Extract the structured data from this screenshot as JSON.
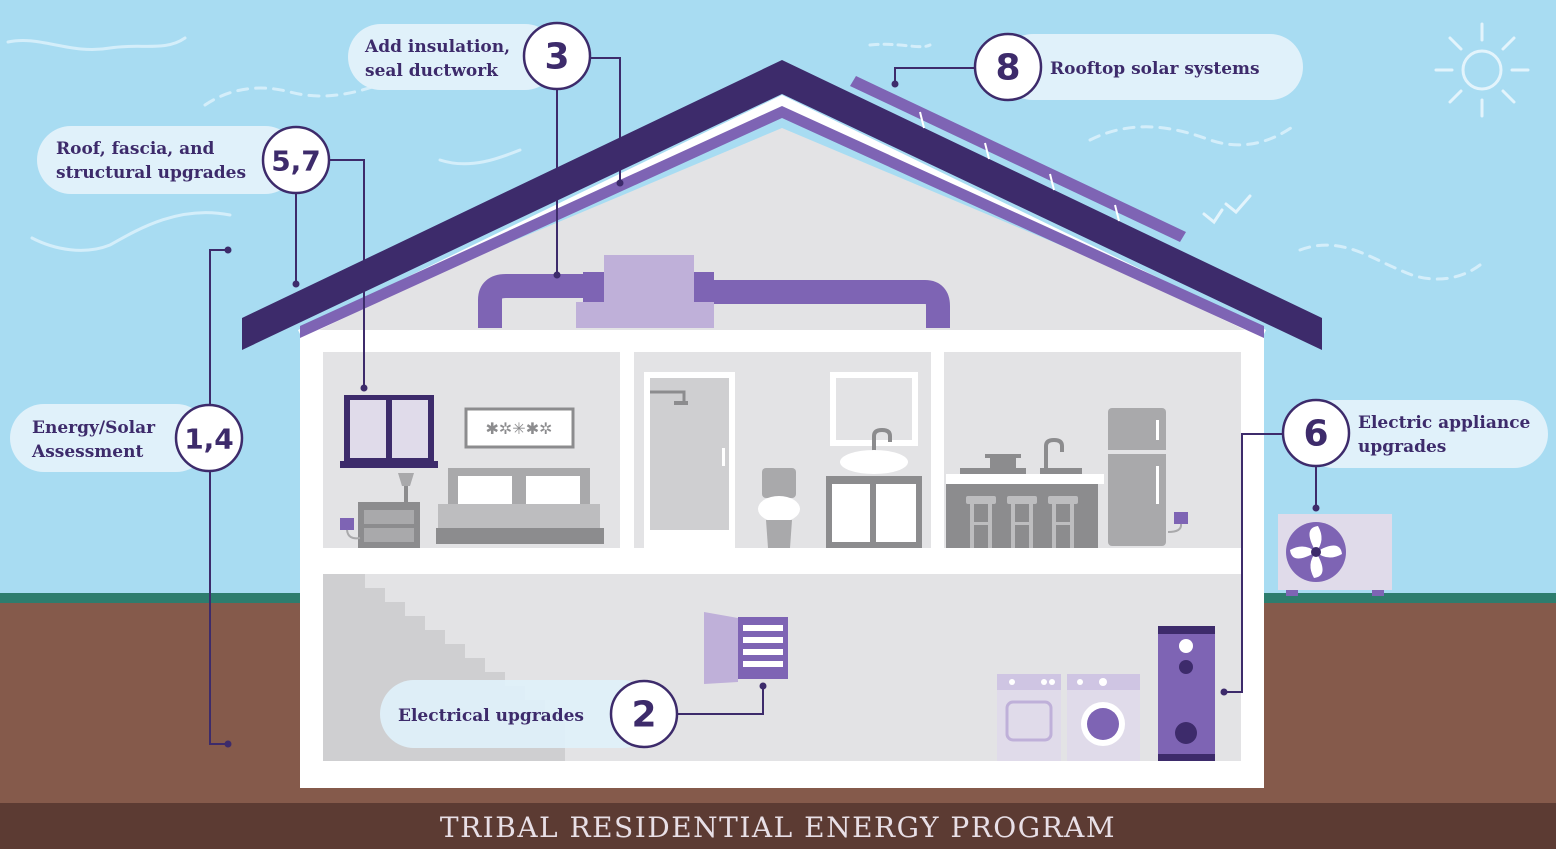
{
  "footer": {
    "title": "TRIBAL RESIDENTIAL ENERGY PROGRAM"
  },
  "callouts": {
    "insulation": {
      "number": "3",
      "line1": "Add insulation,",
      "line2": "seal ductwork"
    },
    "solar": {
      "number": "8",
      "line1": "Rooftop solar systems"
    },
    "roof": {
      "number": "5,7",
      "line1": "Roof, fascia, and",
      "line2": "structural upgrades"
    },
    "assessment": {
      "number": "1,4",
      "line1": "Energy/Solar",
      "line2": "Assessment"
    },
    "appliance": {
      "number": "6",
      "line1": "Electric appliance",
      "line2": "upgrades"
    },
    "electrical": {
      "number": "2",
      "line1": "Electrical upgrades"
    }
  },
  "icons": [
    "sun-icon",
    "bird-icon",
    "fan-icon",
    "window-icon",
    "bed-icon",
    "shower-icon",
    "toilet-icon",
    "sink-icon",
    "refrigerator-icon",
    "stove-icon",
    "washer-icon",
    "dryer-icon",
    "water-heater-icon",
    "electrical-panel-icon",
    "stairs-icon"
  ],
  "colors": {
    "sky": "#a8dcf2",
    "roof": "#3d2b6b",
    "roof_trim": "#7e64b4",
    "ground": "#855a4b",
    "grass": "#2d7d6e",
    "footer_band": "#5c3b33",
    "accent_light": "#bfb0d9",
    "callout_bg": "#e0f1fa"
  }
}
